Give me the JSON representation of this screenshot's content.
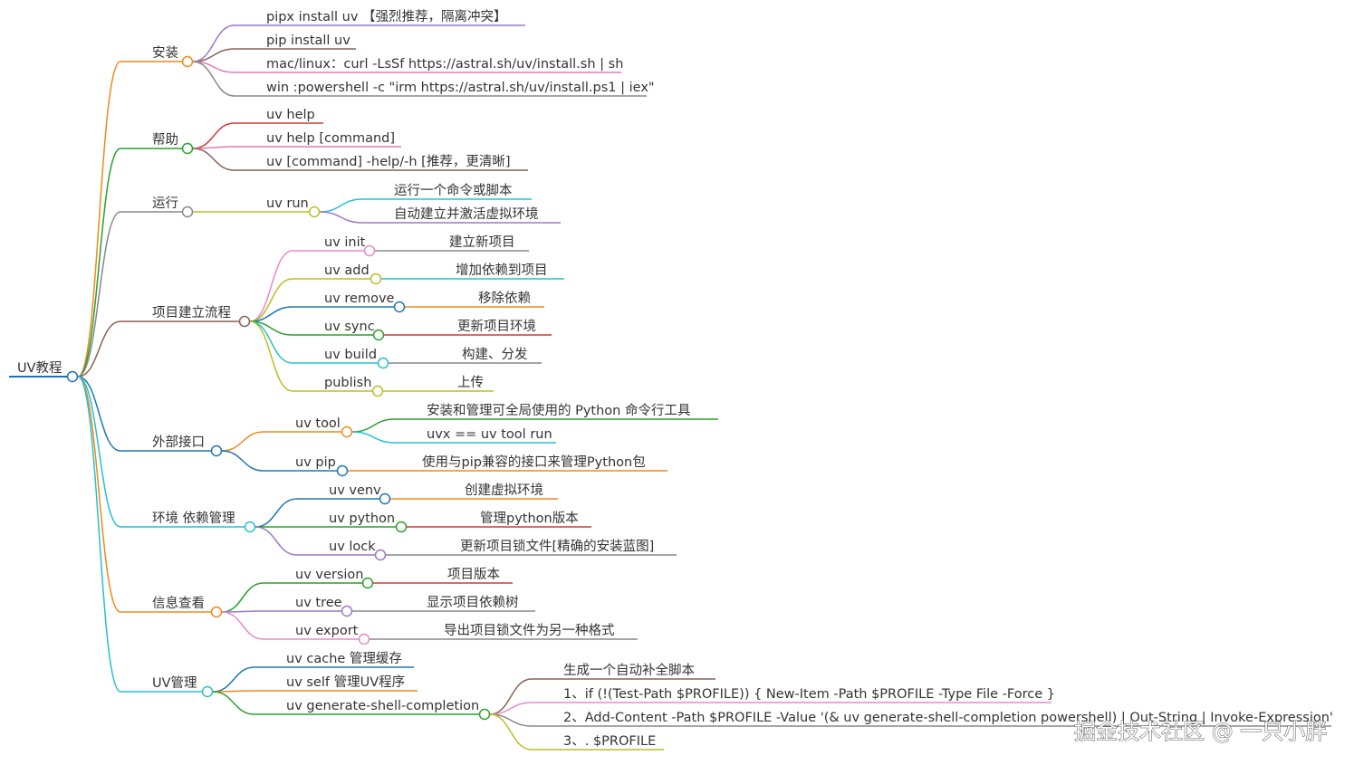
{
  "root": {
    "label": "UV教程",
    "color": "#1f6fb4"
  },
  "branches": [
    {
      "label": "安装",
      "color": "#f0891c",
      "children": [
        {
          "label": "pipx install uv 【强烈推荐，隔离冲突】",
          "color": "#9a79c4"
        },
        {
          "label": "pip install uv",
          "color": "#8c5f55"
        },
        {
          "label": "mac/linux：curl -LsSf https://astral.sh/uv/install.sh | sh",
          "color": "#e07ac0"
        },
        {
          "label": "win :powershell -c \"irm https://astral.sh/uv/install.ps1 | iex\"",
          "color": "#888888"
        }
      ]
    },
    {
      "label": "帮助",
      "color": "#2ca02c",
      "children": [
        {
          "label": "uv help",
          "color": "#d0393a"
        },
        {
          "label": "uv help [command]",
          "color": "#e07ac0"
        },
        {
          "label": "uv [command] -help/-h [推荐，更清晰]",
          "color": "#8c5f55"
        }
      ]
    },
    {
      "label": "运行",
      "color": "#888888",
      "children": [
        {
          "label": "uv run",
          "color": "#bcbd22",
          "children": [
            {
              "label": "运行一个命令或脚本",
              "color": "#26c0d0"
            },
            {
              "label": "自动建立并激活虚拟环境",
              "color": "#9a79c4"
            }
          ]
        }
      ]
    },
    {
      "label": "项目建立流程",
      "color": "#8c5f55",
      "children": [
        {
          "label": "uv init",
          "color": "#e889c8",
          "children": [
            {
              "label": "建立新项目",
              "color": "#888888"
            }
          ]
        },
        {
          "label": "uv add",
          "color": "#bcbd22",
          "children": [
            {
              "label": "增加依赖到项目",
              "color": "#26c0d0"
            }
          ]
        },
        {
          "label": "uv remove",
          "color": "#1f77b4",
          "children": [
            {
              "label": "移除依赖",
              "color": "#f0891c"
            }
          ]
        },
        {
          "label": "uv sync",
          "color": "#2ca02c",
          "children": [
            {
              "label": "更新项目环境",
              "color": "#d0393a"
            }
          ]
        },
        {
          "label": "uv build",
          "color": "#26c0d0",
          "children": [
            {
              "label": "构建、分发",
              "color": "#888888"
            }
          ]
        },
        {
          "label": "publish",
          "color": "#bcbd22",
          "children": [
            {
              "label": "上传",
              "color": "#bcbd22"
            }
          ]
        }
      ]
    },
    {
      "label": "外部接口",
      "color": "#1f77b4",
      "children": [
        {
          "label": "uv tool",
          "color": "#f0891c",
          "children": [
            {
              "label": "安装和管理可全局使用的 Python 命令行工具",
              "color": "#2ca02c"
            },
            {
              "label": "uvx == uv tool run",
              "color": "#26c0d0"
            }
          ]
        },
        {
          "label": "uv pip",
          "color": "#1f77b4",
          "children": [
            {
              "label": "使用与pip兼容的接口来管理Python包",
              "color": "#f0891c"
            }
          ]
        }
      ]
    },
    {
      "label": "环境 依赖管理",
      "color": "#26c0d0",
      "children": [
        {
          "label": "uv venv",
          "color": "#1f77b4",
          "children": [
            {
              "label": "创建虚拟环境",
              "color": "#f0891c"
            }
          ]
        },
        {
          "label": "uv python",
          "color": "#2ca02c",
          "children": [
            {
              "label": "管理python版本",
              "color": "#d0393a"
            }
          ]
        },
        {
          "label": "uv lock",
          "color": "#9a79c4",
          "children": [
            {
              "label": "更新项目锁文件[精确的安装蓝图]",
              "color": "#888888"
            }
          ]
        }
      ]
    },
    {
      "label": "信息查看",
      "color": "#f0891c",
      "children": [
        {
          "label": "uv version",
          "color": "#2ca02c",
          "children": [
            {
              "label": "项目版本",
              "color": "#d0393a"
            }
          ]
        },
        {
          "label": "uv tree",
          "color": "#9a79c4",
          "children": [
            {
              "label": "显示项目依赖树",
              "color": "#888888"
            }
          ]
        },
        {
          "label": "uv export",
          "color": "#e889c8",
          "children": [
            {
              "label": "导出项目锁文件为另一种格式",
              "color": "#888888"
            }
          ]
        }
      ]
    },
    {
      "label": "UV管理",
      "color": "#26c0d0",
      "children": [
        {
          "label": "uv cache 管理缓存",
          "color": "#1f77b4"
        },
        {
          "label": "uv self 管理UV程序",
          "color": "#f0891c"
        },
        {
          "label": "uv generate-shell-completion",
          "color": "#2ca02c",
          "children": [
            {
              "label": "生成一个自动补全脚本",
              "color": "#8c5f55"
            },
            {
              "label": "1、if (!(Test-Path $PROFILE)) { New-Item -Path $PROFILE -Type File -Force }",
              "color": "#e889c8"
            },
            {
              "label": "2、Add-Content -Path $PROFILE -Value '(& uv generate-shell-completion powershell) | Out-String | Invoke-Expression'",
              "color": "#888888"
            },
            {
              "label": "3、. $PROFILE",
              "color": "#bcbd22"
            }
          ]
        }
      ]
    }
  ],
  "watermark": "掘金技术社区 @ 一只小胖"
}
